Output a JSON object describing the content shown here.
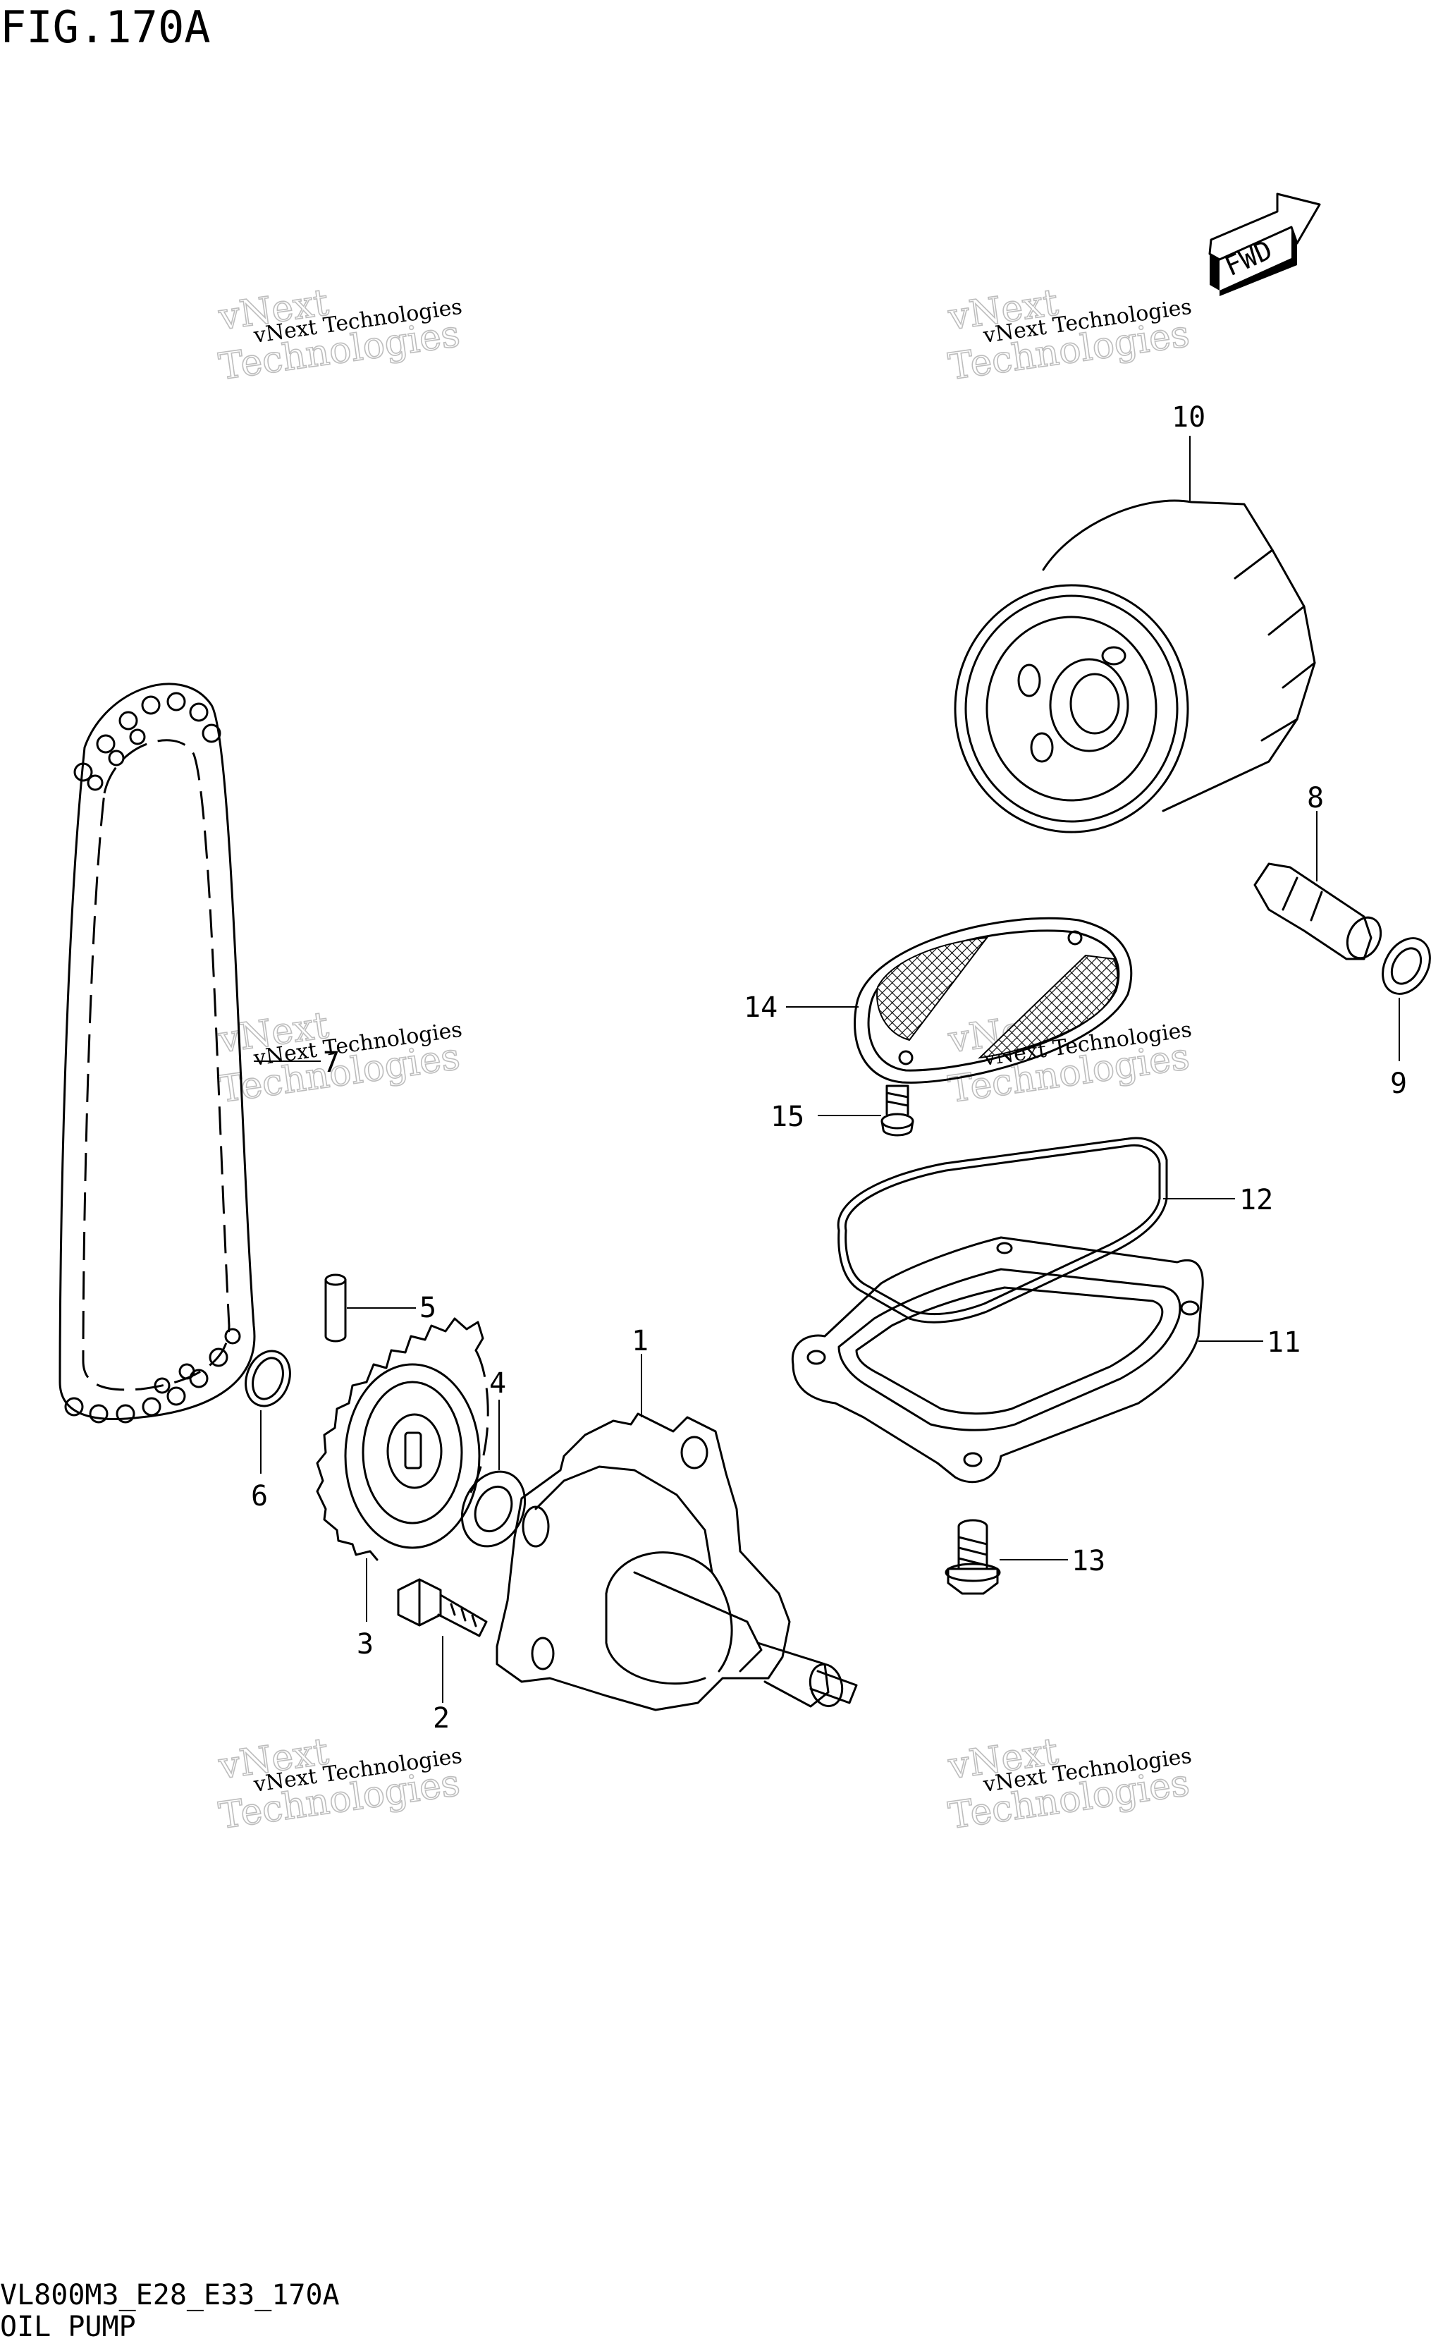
{
  "figure": {
    "title": "FIG.170A",
    "model_code": "VL800M3_E28_E33_170A",
    "caption": "OIL PUMP"
  },
  "fwd_label": "FWD",
  "watermark": {
    "line1": "vNext Technologies",
    "line2": "vNext",
    "line3": "Technologies"
  },
  "callouts": [
    "1",
    "2",
    "3",
    "4",
    "5",
    "6",
    "7",
    "8",
    "9",
    "10",
    "11",
    "12",
    "13",
    "14",
    "15"
  ]
}
